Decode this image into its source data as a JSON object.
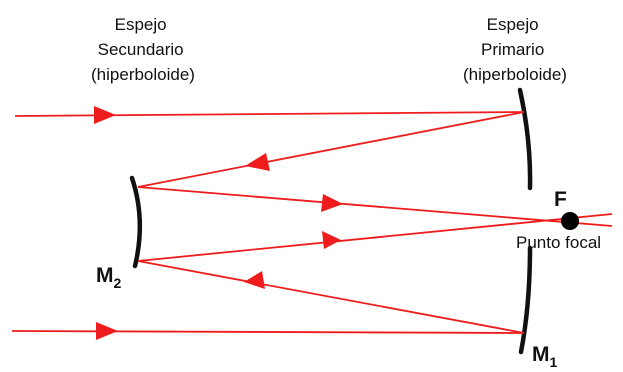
{
  "labels": {
    "secondary_mirror": [
      "Espejo",
      "Secundario",
      "(hiperboloide)"
    ],
    "primary_mirror": [
      "Espejo",
      "Primario",
      "(hiperboloide)"
    ],
    "focal_letter": "F",
    "focal_point": "Punto focal",
    "m2_main": "M",
    "m2_sub": "2",
    "m1_main": "M",
    "m1_sub": "1"
  },
  "colors": {
    "ray": "#ee1c1c",
    "mirror": "#111111",
    "focal_dot": "#000000"
  }
}
